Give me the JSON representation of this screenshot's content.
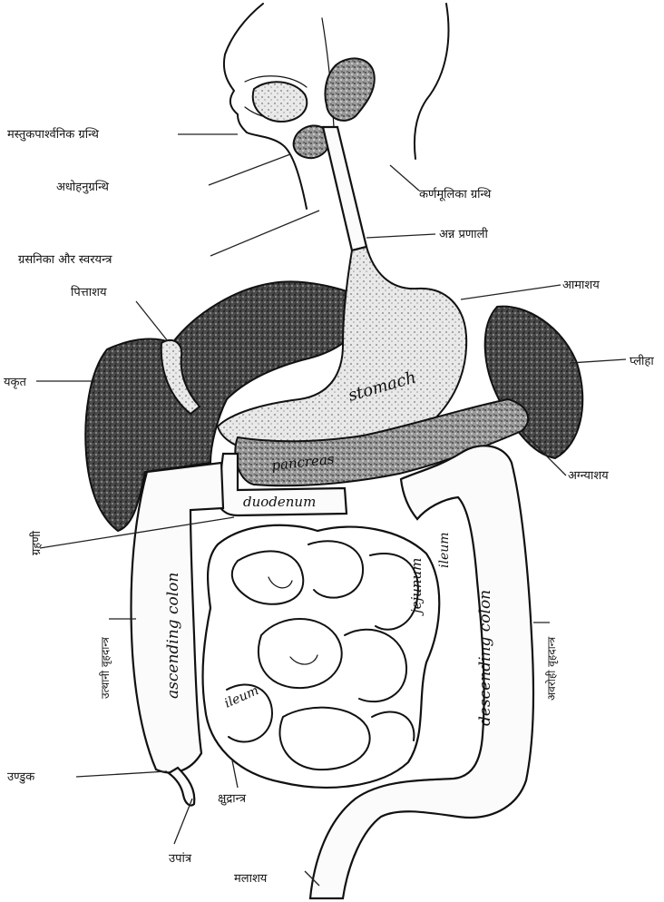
{
  "labels": {
    "left": [
      "मस्तुकपार्श्वनिक ग्रन्थि",
      "अधोहनुग्रन्थि",
      "ग्रसनिका और स्वरयन्त्र",
      "पित्ताशय",
      "यकृत",
      "ग्रहणी",
      "उत्थानी वृहदान्त्र",
      "उण्डुक",
      "उपांत्र",
      "मलाशय"
    ],
    "right": [
      "कर्णमूलिका ग्रन्थि",
      "अन्न प्रणाली",
      "आमाशय",
      "प्लीहा",
      "अग्न्याशय",
      "अवरोही वृहदान्त्र"
    ],
    "bottom_center": "क्षुद्रान्त्र"
  },
  "organ_text": {
    "stomach": "stomach",
    "pancreas": "pancreas",
    "duodenum": "duodenum",
    "ascending_colon": "ascending colon",
    "descending_colon": "descending colon",
    "jejunum": "jejunum",
    "ileum_upper": "ileum",
    "ileum_lower": "ileum"
  },
  "colors": {
    "ink": "#111111",
    "paper": "#ffffff",
    "shade": "#3a3a3a"
  }
}
